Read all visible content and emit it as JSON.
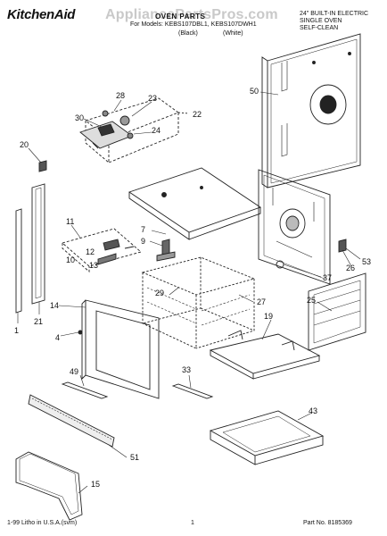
{
  "header": {
    "brand": "KitchenAid",
    "watermark": "AppliancePartsPros.com",
    "section_title": "OVEN PARTS",
    "for_models": "For Models: KEBS107DBL1, KEBS107DWH1",
    "variant_black": "(Black)",
    "variant_white": "(White)",
    "description": [
      "24\" BUILT-IN ELECTRIC",
      "SINGLE OVEN",
      "SELF-CLEAN"
    ]
  },
  "footer": {
    "litho": "1-99 Litho in U.S.A.(svm)",
    "page": "1",
    "part_no": "Part No. 8185369"
  },
  "callouts": [
    {
      "id": "50",
      "text": "50"
    },
    {
      "id": "28",
      "text": "28"
    },
    {
      "id": "23",
      "text": "23"
    },
    {
      "id": "22",
      "text": "22"
    },
    {
      "id": "30",
      "text": "30"
    },
    {
      "id": "24",
      "text": "24"
    },
    {
      "id": "20",
      "text": "20"
    },
    {
      "id": "7",
      "text": "7"
    },
    {
      "id": "9",
      "text": "9"
    },
    {
      "id": "11",
      "text": "11"
    },
    {
      "id": "12",
      "text": "12"
    },
    {
      "id": "10",
      "text": "10"
    },
    {
      "id": "13",
      "text": "13"
    },
    {
      "id": "26",
      "text": "26"
    },
    {
      "id": "53",
      "text": "53"
    },
    {
      "id": "37",
      "text": "37"
    },
    {
      "id": "29",
      "text": "29"
    },
    {
      "id": "27",
      "text": "27"
    },
    {
      "id": "25",
      "text": "25"
    },
    {
      "id": "14",
      "text": "14"
    },
    {
      "id": "4",
      "text": "4"
    },
    {
      "id": "1",
      "text": "1"
    },
    {
      "id": "21",
      "text": "21"
    },
    {
      "id": "19",
      "text": "19"
    },
    {
      "id": "49",
      "text": "49"
    },
    {
      "id": "33",
      "text": "33"
    },
    {
      "id": "43",
      "text": "43"
    },
    {
      "id": "51",
      "text": "51"
    },
    {
      "id": "15",
      "text": "15"
    }
  ]
}
